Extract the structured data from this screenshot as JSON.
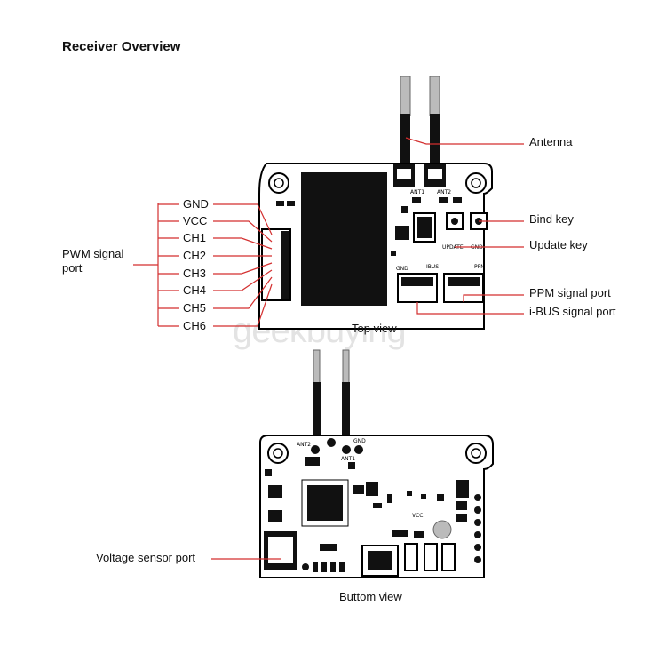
{
  "title": "Receiver Overview",
  "top_view": {
    "caption": "Top view",
    "pwm_label_line1": "PWM signal",
    "pwm_label_line2": "port",
    "pins": [
      "GND",
      "VCC",
      "CH1",
      "CH2",
      "CH3",
      "CH4",
      "CH5",
      "CH6"
    ],
    "callouts": {
      "antenna": "Antenna",
      "bind_key": "Bind key",
      "update_key": "Update key",
      "ppm_port": "PPM signal port",
      "ibus_port": "i-BUS signal port"
    },
    "board_marks": {
      "ant1": "ANT1",
      "ant2": "ANT2",
      "update": "UPDATE",
      "gnd_a": "GND",
      "gnd_b": "GND",
      "ibus": "IBUS",
      "ppm": "PPM"
    }
  },
  "bottom_view": {
    "caption": "Buttom view",
    "callouts": {
      "voltage_sensor": "Voltage sensor port"
    },
    "board_marks": {
      "ant2": "ANT2",
      "ant1": "ANT1",
      "gnd": "GND",
      "vcc": "VCC"
    }
  },
  "watermark": "geekbuying",
  "colors": {
    "callout_line": "#d32f2f",
    "board_outline": "#000000",
    "board_fill": "#ffffff"
  }
}
